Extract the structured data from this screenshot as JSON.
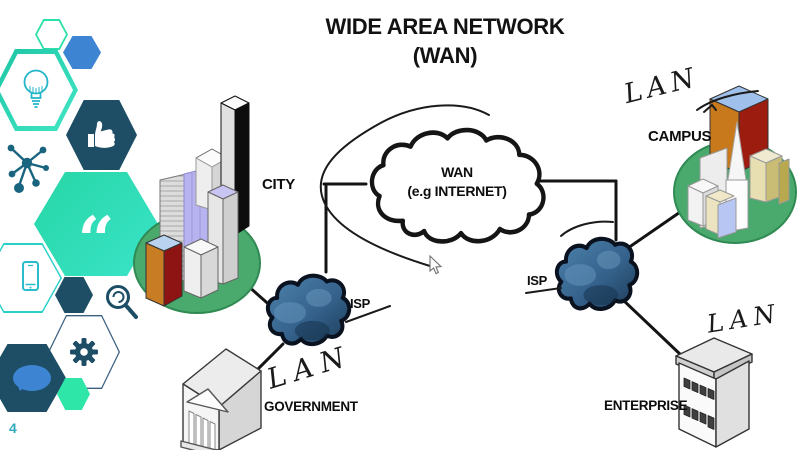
{
  "slide": {
    "title_line1": "WIDE AREA NETWORK",
    "title_line2": "(WAN)",
    "page_number": "4"
  },
  "wan_cloud": {
    "title": "WAN",
    "subtitle": "(e.g INTERNET)"
  },
  "sites": {
    "city": {
      "label": "CITY"
    },
    "campus": {
      "label": "CAMPUS",
      "lan": "LAN"
    },
    "government": {
      "label": "GOVERNMENT",
      "lan": "LAN"
    },
    "enterprise": {
      "label": "ENTERPRISE",
      "lan": "LAN"
    }
  },
  "isp": {
    "left": {
      "label": "ISP"
    },
    "right": {
      "label": "ISP"
    }
  },
  "decor": {
    "quote_glyph": "“",
    "sidebar_icons": [
      "lightbulb-icon",
      "thumbs-up-icon",
      "network-nodes-icon",
      "quote-icon",
      "smartphone-icon",
      "magnifier-icon",
      "gear-icon",
      "chat-bubble-icon"
    ]
  },
  "colors": {
    "spring_green": "#2ee6a8",
    "teal": "#23b6c8",
    "navy": "#1d4e66",
    "blue": "#3d85d3",
    "site_green": "#4aa96c",
    "isp_cloud_blue": "#3a6f9f",
    "ink": "#111111"
  }
}
